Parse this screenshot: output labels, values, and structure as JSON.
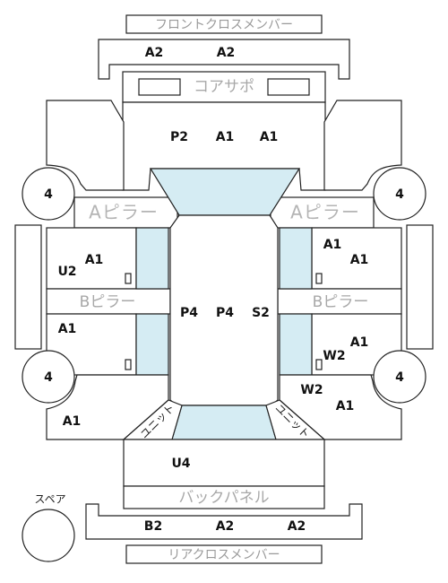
{
  "labels": {
    "front_cross_member": "フロントクロスメンバー",
    "core_support": "コアサポ",
    "a_pillar": "Aピラー",
    "b_pillar": "Bピラー",
    "back_panel": "バックパネル",
    "rear_cross_member": "リアクロスメンバー",
    "spare": "スペア",
    "unit_left": "ユニット",
    "unit_right": "ユニット"
  },
  "tires": {
    "front_left": "4",
    "front_right": "4",
    "rear_left": "4",
    "rear_right": "4"
  },
  "codes": {
    "front_cross_left": "A2",
    "front_cross_right": "A2",
    "bonnet_1": "P2",
    "bonnet_2": "A1",
    "bonnet_3": "A1",
    "front_door_left_1": "A1",
    "front_door_left_2": "U2",
    "front_door_right_1": "A1",
    "front_door_right_2": "A1",
    "roof_1": "P4",
    "roof_2": "P4",
    "roof_3": "S2",
    "rear_door_left": "A1",
    "rear_door_right_1": "A1",
    "rear_door_right_2": "W2",
    "rear_fender_left": "A1",
    "rear_fender_right_1": "W2",
    "rear_fender_right_2": "A1",
    "trunk": "U4",
    "rear_cross_1": "B2",
    "rear_cross_2": "A2",
    "rear_cross_3": "A2"
  }
}
